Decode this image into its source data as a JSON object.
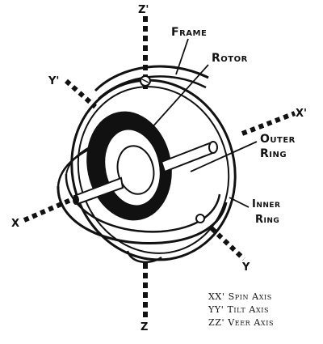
{
  "labels": {
    "frame": "Frame",
    "rotor": "Rotor",
    "outer_ring_1": "Outer",
    "outer_ring_2": "Ring",
    "inner_ring_1": "Inner",
    "inner_ring_2": "Ring",
    "z_prime": "Z'",
    "z": "Z",
    "y_prime": "Y'",
    "y": "Y",
    "x_prime": "X'",
    "x": "X"
  },
  "legend": [
    "XX' Spin Axis",
    "YY' Tilt Axis",
    "ZZ' Veer Axis"
  ]
}
